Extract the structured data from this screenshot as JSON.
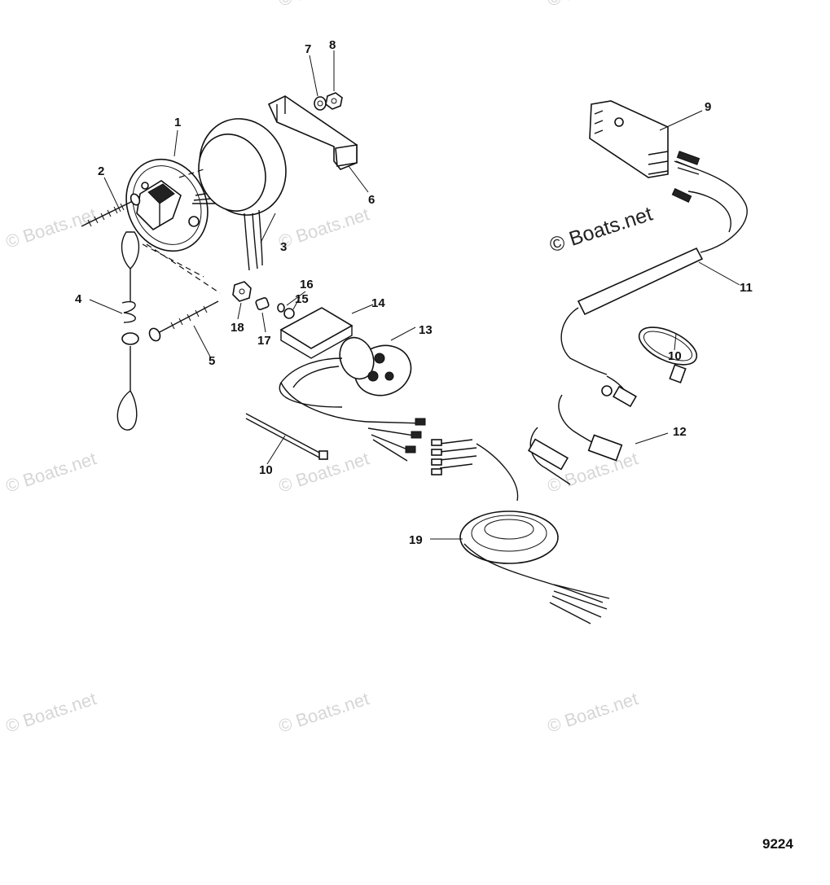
{
  "watermark": {
    "text": "© Boats.net",
    "main_text": "© Boats.net"
  },
  "figure_number": "9224",
  "callouts": {
    "c1": "1",
    "c2": "2",
    "c3": "3",
    "c4": "4",
    "c5": "5",
    "c6": "6",
    "c7": "7",
    "c8": "8",
    "c9": "9",
    "c10a": "10",
    "c10b": "10",
    "c11": "11",
    "c12": "12",
    "c13": "13",
    "c14": "14",
    "c15": "15",
    "c16": "16",
    "c17": "17",
    "c18": "18",
    "c19": "19"
  }
}
